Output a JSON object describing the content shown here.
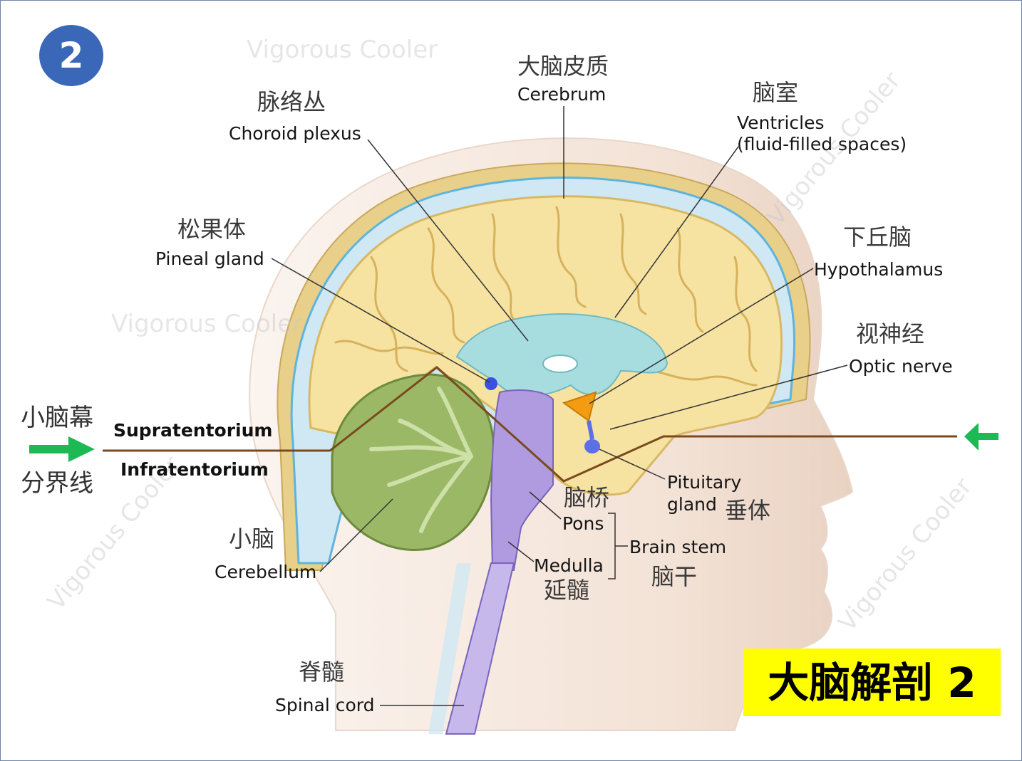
{
  "badge": {
    "number": "2"
  },
  "title": "大脑解剖 2",
  "watermark": "Vigorous Cooler",
  "colors": {
    "badge_bg": "#3a67b8",
    "title_bg": "#ffff00",
    "arrow": "#1db954",
    "boundary_line": "#7a4a1e",
    "cerebrum": "#f7e3a1",
    "cerebellum": "#9bb866",
    "brainstem": "#b09be0",
    "ventricle": "#a8dde0",
    "hypothalamus": "#f39c12",
    "pineal": "#3b4fe0"
  },
  "labels": {
    "cerebrum": {
      "zh": "大脑皮质",
      "en": "Cerebrum"
    },
    "choroid": {
      "zh": "脉络丛",
      "en": "Choroid plexus"
    },
    "ventricles": {
      "zh": "脑室",
      "en1": "Ventricles",
      "en2": "(fluid-filled spaces)"
    },
    "pineal": {
      "zh": "松果体",
      "en": "Pineal gland"
    },
    "hypothalamus": {
      "zh": "下丘脑",
      "en": "Hypothalamus"
    },
    "optic": {
      "zh": "视神经",
      "en": "Optic nerve"
    },
    "tentorium": {
      "zh1": "小脑幕",
      "zh2": "分界线",
      "supra": "Supratentorium",
      "infra": "Infratentorium"
    },
    "pituitary": {
      "en1": "Pituitary",
      "en2": "gland",
      "zh": "垂体"
    },
    "pons": {
      "zh": "脑桥",
      "en": "Pons"
    },
    "brainstem": {
      "en": "Brain stem",
      "zh": "脑干"
    },
    "medulla": {
      "en": "Medulla",
      "zh": "延髓"
    },
    "cerebellum": {
      "zh": "小脑",
      "en": "Cerebellum"
    },
    "spinal": {
      "zh": "脊髓",
      "en": "Spinal cord"
    }
  }
}
